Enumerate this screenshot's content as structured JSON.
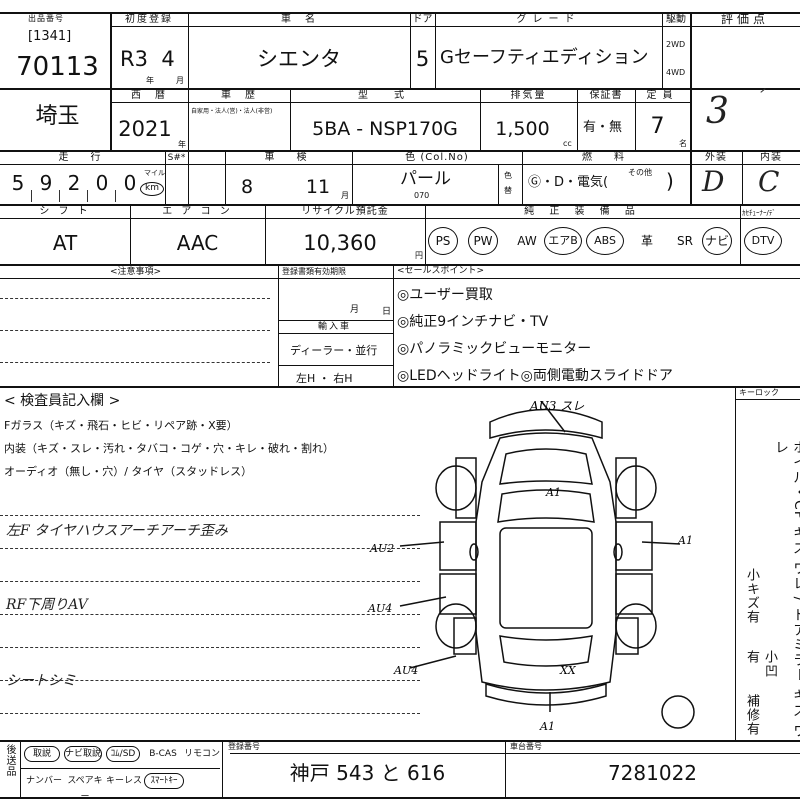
{
  "header_row1": {
    "lot_label": "出品番号",
    "lot_bracket": "[1341]",
    "lot_number": "70113",
    "first_reg_label": "初度登録",
    "first_reg_era": "R3",
    "first_reg_month": "4",
    "year_unit": "年",
    "month_unit": "月",
    "car_name_label": "車　名",
    "car_name": "シエンタ",
    "door_label": "ドア",
    "doors": "5",
    "grade_label": "グレード",
    "grade": "Gセーフティエディション",
    "drive_label": "駆動",
    "drive_2wd": "2WD",
    "drive_4wd": "4WD",
    "score_label": "評価点"
  },
  "header_row2": {
    "area": "埼玉",
    "year_label": "西　暦",
    "year": "2021",
    "year_unit": "年",
    "history_label": "車　歴",
    "history_sub": "自家用・法人(営)・法人(非営)",
    "model_label": "型　式",
    "model": "5BA - NSP170G",
    "displacement_label": "排気量",
    "displacement": "1,500",
    "cc_unit": "cc",
    "warranty_label": "保証書",
    "warranty": "有・無",
    "capacity_label": "定員",
    "capacity": "7",
    "person_unit": "名",
    "score": "3"
  },
  "header_row3": {
    "mileage_label": "走　行",
    "mileage_digits": [
      "5",
      "9",
      "2",
      "0",
      "0"
    ],
    "mileage_unit_top": "マイル",
    "mileage_unit": "km",
    "s_label": "S#*",
    "inspection_label": "車　検",
    "inspection_year": "8",
    "inspection_month": "11",
    "month_unit": "月",
    "color_label": "色 (Col.No)",
    "color": "パール",
    "color_no": "070",
    "color_change": "色替",
    "fuel_label": "燃　料",
    "fuel": "Ⓖ・D・電気(",
    "fuel_other": "その他",
    "fuel_close": ")",
    "exterior_label": "外装",
    "exterior": "D",
    "interior_label": "内装",
    "interior": "C"
  },
  "header_row4": {
    "shift_label": "シ フ ト",
    "shift": "AT",
    "ac_label": "エ ア コ ン",
    "ac": "AAC",
    "recycle_label": "リサイクル預託金",
    "recycle": "10,360",
    "yen_unit": "円",
    "equipment_label": "純 正 装 備 品",
    "tuner_label": "ｶｾﾁｭｰﾅｰ/ﾃﾞ",
    "equipment": [
      {
        "label": "PS",
        "circled": true
      },
      {
        "label": "PW",
        "circled": true
      },
      {
        "label": "AW",
        "circled": false
      },
      {
        "label": "エアB",
        "circled": true
      },
      {
        "label": "ABS",
        "circled": true
      },
      {
        "label": "革",
        "circled": false
      },
      {
        "label": "SR",
        "circled": false
      },
      {
        "label": "ナビ",
        "circled": true
      },
      {
        "label": "DTV",
        "circled": true
      }
    ]
  },
  "notes_section": {
    "caution_label": "<注意事項>",
    "deadline_label": "登録書類有効期限",
    "month": "月",
    "day": "日",
    "import_label": "輸入車",
    "dealer": "ディーラー・並行",
    "handle": "左H ・ 右H",
    "sales_label": "<セールスポイント>",
    "sales_points": [
      "◎ユーザー買取",
      "◎純正9インチナビ・TV",
      "◎パノラミックビューモニター",
      "◎LEDヘッドライト◎両側電動スライドドア"
    ]
  },
  "inspector": {
    "title": "< 検査員記入欄 >",
    "line1": "Fガラス（キズ・飛石・ヒビ・リペア跡・X要）",
    "line2": "内装（キズ・スレ・汚れ・タバコ・コゲ・穴・キレ・破れ・割れ）",
    "line3": "オーディオ（無し・穴）/ タイヤ（スタッドレス）",
    "hand1": "左F タイヤハウスアーチアーチ歪み",
    "hand2": "RF下周りAV",
    "hand3": "シートシミ"
  },
  "diagram_marks": {
    "top": "AU3 スレ",
    "roof": "A1",
    "left_front": "AU2",
    "right": "A1",
    "left_mid": "AU4",
    "left_rear": "AU4",
    "rear": "XX",
    "bottom": "A1"
  },
  "keylock": {
    "label": "キーロック",
    "vertical_text": "ホイル・CP キズ ワレ / ドアミラー キズ ワレ",
    "note1": "小キズ有",
    "note2": "小凹有",
    "note3": "補修有"
  },
  "footer": {
    "side_label": "後送品",
    "items_row1": [
      {
        "label": "取説",
        "circled": true
      },
      {
        "label": "ナビ取説",
        "circled": true
      },
      {
        "label": "ｺﾑ/SD",
        "circled": true
      },
      {
        "label": "B-CAS",
        "circled": false
      },
      {
        "label": "リモコン",
        "circled": false
      }
    ],
    "items_row2": [
      {
        "label": "ナンバー",
        "circled": false
      },
      {
        "label": "スペアキー",
        "circled": false
      },
      {
        "label": "キーレス",
        "circled": false
      },
      {
        "label": "ｽﾏｰﾄｷｰ",
        "circled": true
      }
    ],
    "reg_label": "登録番号",
    "reg_number": "神戸 543 と 616",
    "body_label": "車台番号",
    "body_number": "7281022"
  }
}
